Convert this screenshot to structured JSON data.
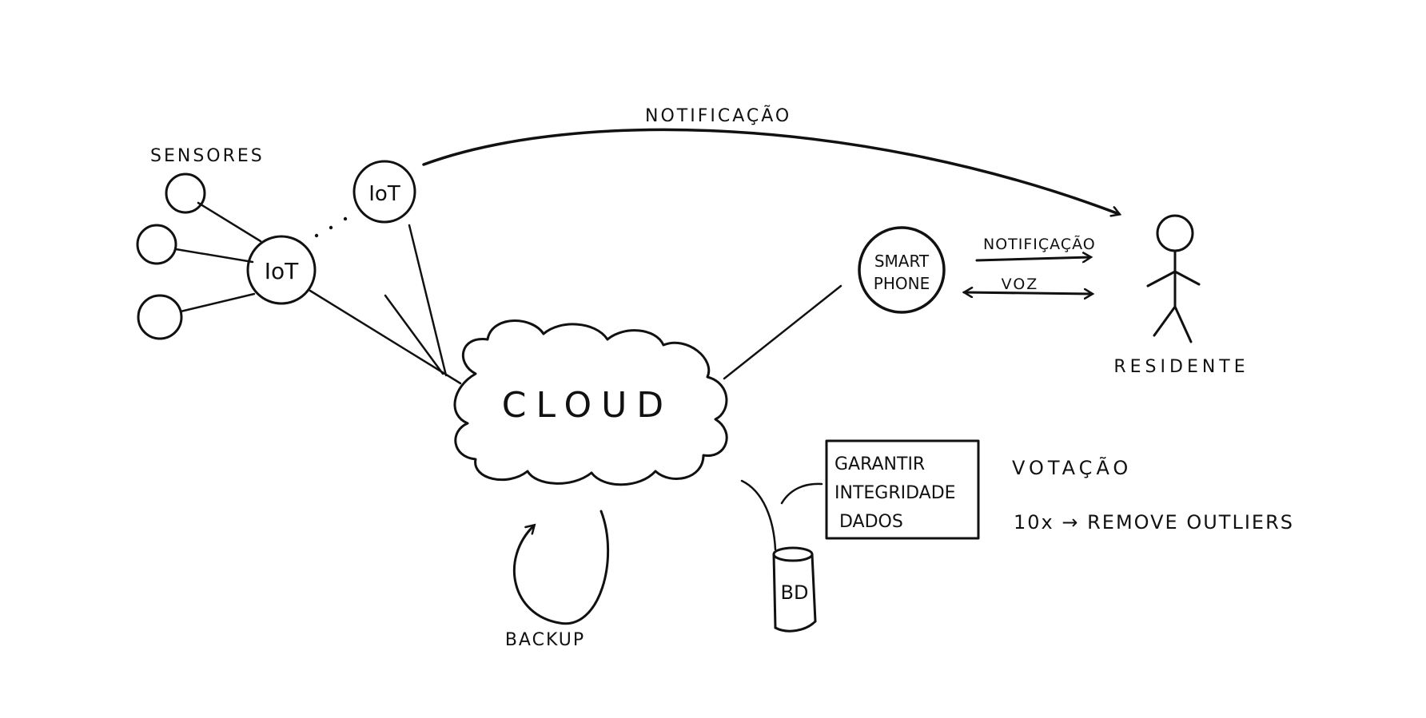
{
  "diagram": {
    "labels": {
      "sensores": "SENSORES",
      "iot_hub": "IoT",
      "iot_node": "IoT",
      "notificacao_top": "NOTIFICAÇÃO",
      "cloud": "CLOUD",
      "smartphone_line1": "SMART",
      "smartphone_line2": "PHONE",
      "notificacao_phone": "NOTIFIÇAÇÃO",
      "voz": "VOZ",
      "residente": "RESIDENTE",
      "backup": "BACKUP",
      "bd": "BD",
      "box_line1": "GARANTIR",
      "box_line2": "INTEGRIDADE",
      "box_line3": "DADOS",
      "votacao": "VOTAÇÃO",
      "outliers": "10x → REMOVE OUTLIERS"
    },
    "colors": {
      "ink": "#111111",
      "paper": "#ffffff"
    }
  }
}
